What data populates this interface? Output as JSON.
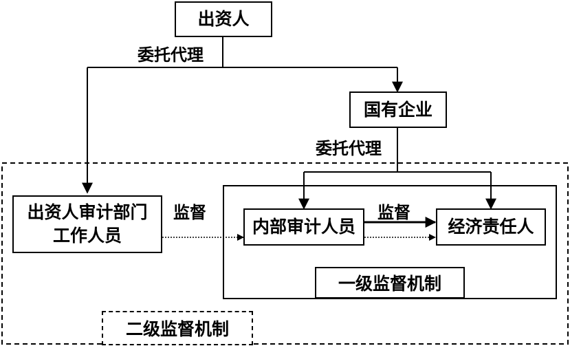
{
  "nodes": {
    "investor": "出资人",
    "soe": "国有企业",
    "investor_audit_staff": "出资人审计部门\n工作人员",
    "internal_auditor": "内部审计人员",
    "econ_responsible": "经济责任人"
  },
  "edges": {
    "entrust_top": "委托代理",
    "entrust_soe": "委托代理",
    "supervise_outer": "监督",
    "supervise_inner": "监督"
  },
  "mechanisms": {
    "level1": "一级监督机制",
    "level2": "二级监督机制"
  }
}
